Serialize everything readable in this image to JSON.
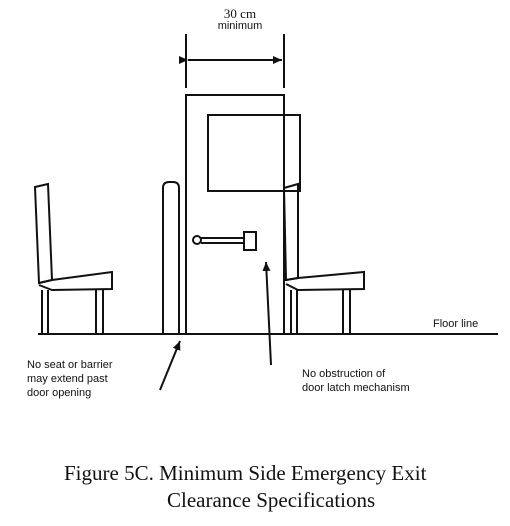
{
  "diagram": {
    "dimension_label": {
      "line1": "30 cm",
      "line2": "minimum"
    },
    "floor_label": "Floor line",
    "note_left": {
      "line1": "No seat or barrier",
      "line2": "may extend past",
      "line3": "door opening"
    },
    "note_right": {
      "line1": "No obstruction of",
      "line2": "door latch mechanism"
    }
  },
  "caption": {
    "line1": "Figure 5C.  Minimum Side Emergency Exit",
    "line2": "Clearance Specifications"
  },
  "colors": {
    "ink": "#111111",
    "background": "#ffffff"
  }
}
